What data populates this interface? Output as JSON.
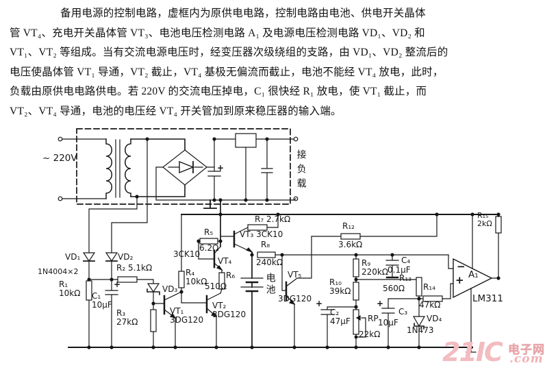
{
  "description": [
    "备用电源的控制电路，虚框内为原供电电路，控制电路由电池、供电开关晶体",
    "管 VT₄、充电开关晶体管 VT₃、电池电压检测电路 A₁ 及电源电压检测电路 VD₁、VD₂ 和",
    "VT₁、VT₂ 等组成。当有交流电源电压时，经变压器次级绕组的支路，由 VD₁、VD₂ 整流后的",
    "电压使晶体管 VT₁ 导通，VT₂ 截止，VT₄ 基极无偏流而截止，电池不能经 VT₄ 放电，此时，",
    "负载由原供电电路供电。若 220V 的交流电压掉电，C₁ 很快经 R₁ 放电，使 VT₁ 截止，而",
    "VT₂、VT₄ 导通，电池的电压经 VT₄ 开关管加到原来稳压器的输入端。"
  ],
  "sch": {
    "v220": "~ 220V",
    "load": "接负载",
    "vd1": "VD₁",
    "vd2": "VD₂",
    "part12": "1N4004×2",
    "r1": "R₁\n10kΩ",
    "c1": "C₁\n10μF",
    "r2": "R₂ 5.1kΩ",
    "vd3": "VD₃",
    "r3": "R₃\n27kΩ",
    "vt1": "VT₁\n3DG120",
    "r4": "R₄\n10kΩ",
    "vt2": "VT₂\n3DG120",
    "r6n": "R₆",
    "r6v": "510Ω",
    "vt4": "VT₄",
    "vt4type": "3CK10",
    "r5n": "R₅",
    "r5v": "6.2Ω",
    "vt3": "VT₃ 3CK10",
    "r7": "R₇  2.7kΩ",
    "r8n": "R₈",
    "r8v": "240kΩ",
    "battery": "电池",
    "vt5n": "VT₅",
    "vt5v": "3DG120",
    "r12n": "R₁₂",
    "r12v": "3.6kΩ",
    "r9": "R₉\n220kΩ",
    "r10": "R₁₀\n39kΩ",
    "c2": "C₂\n47μF",
    "rpn": "RP",
    "rpv": "22kΩ",
    "c3n": "C₃",
    "c3v": "10μF",
    "c4n": "C₄",
    "c4v": "0.1μF",
    "r13n": "R₁₃",
    "r13v": "560Ω",
    "r14n": "R₁₄",
    "r14v": "47kΩ",
    "vd4": "VD₄",
    "part4": "1N473",
    "r15": "R₁₅\n2kΩ",
    "a1": "A₁",
    "minus": "−",
    "plus": "+",
    "lm": "LM311",
    "plusmark": "+"
  },
  "watermark": {
    "big": "21IC",
    "cn": "电子网",
    "com": ".com"
  },
  "colors": {
    "ink": "#161616",
    "paper": "#ffffff",
    "watermark_pink": "#f3bcc0",
    "watermark_red": "#e9a3a8"
  }
}
